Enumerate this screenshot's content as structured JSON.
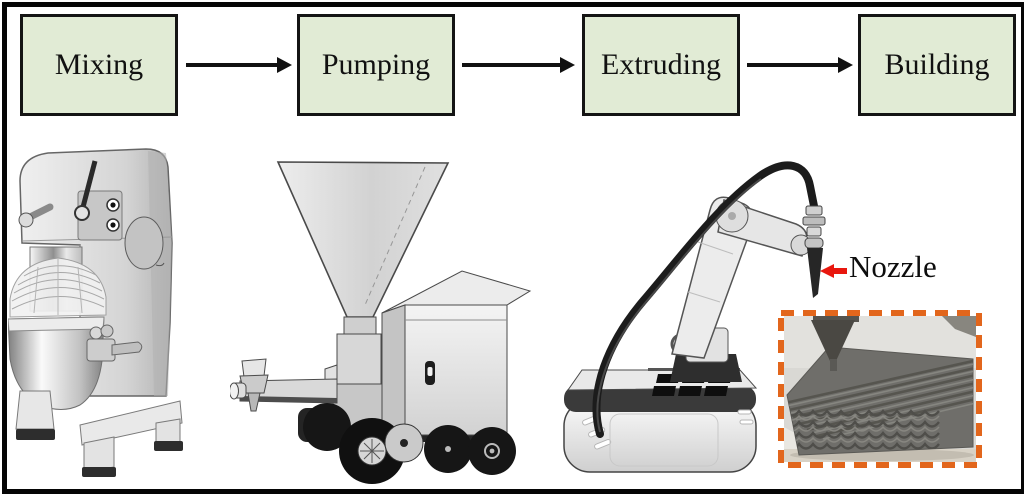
{
  "process_flow": {
    "steps": [
      {
        "label": "Mixing"
      },
      {
        "label": "Pumping"
      },
      {
        "label": "Extruding"
      },
      {
        "label": "Building"
      }
    ]
  },
  "annotations": {
    "nozzle": {
      "label": "Nozzle"
    }
  },
  "illustrations": {
    "mixer": "planetary-mixer",
    "pump": "concrete-pump-with-hopper",
    "extruder": "robotic-arm-extruder-on-mobile-base",
    "inset_photo": "printed-concrete-layers-photo"
  },
  "colors": {
    "step_box_fill": "#e1ebd5",
    "step_box_border": "#141414",
    "flow_arrow": "#111111",
    "nozzle_arrow": "#e8170e",
    "inset_dash": "#e2661c",
    "machine_light": "#e6e6e6",
    "machine_dark": "#3a3a3a",
    "wheel_black": "#161616",
    "concrete_gray": "#6f6e6a"
  }
}
